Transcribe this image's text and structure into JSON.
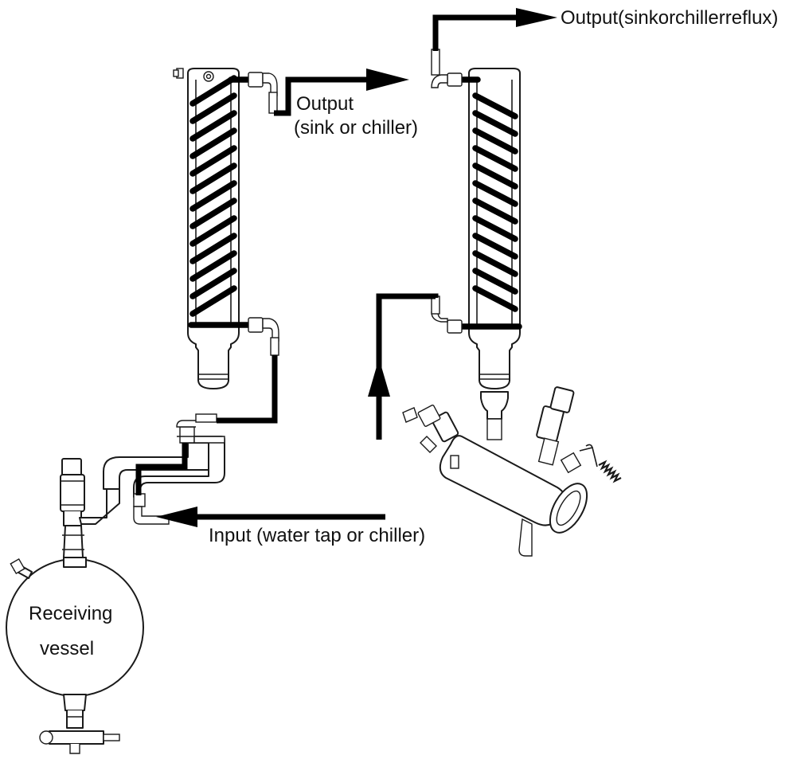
{
  "labels": {
    "output_left_line1": "Output",
    "output_left_line2": "(sink or chiller)",
    "output_right": "Output(sinkorchillerreflux)",
    "input": "Input (water tap or chiller)",
    "vessel_line1": "Receiving",
    "vessel_line2": "vessel"
  },
  "colors": {
    "tubing": "#000000",
    "glass_outline": "#1a1a1a",
    "background": "#ffffff"
  }
}
